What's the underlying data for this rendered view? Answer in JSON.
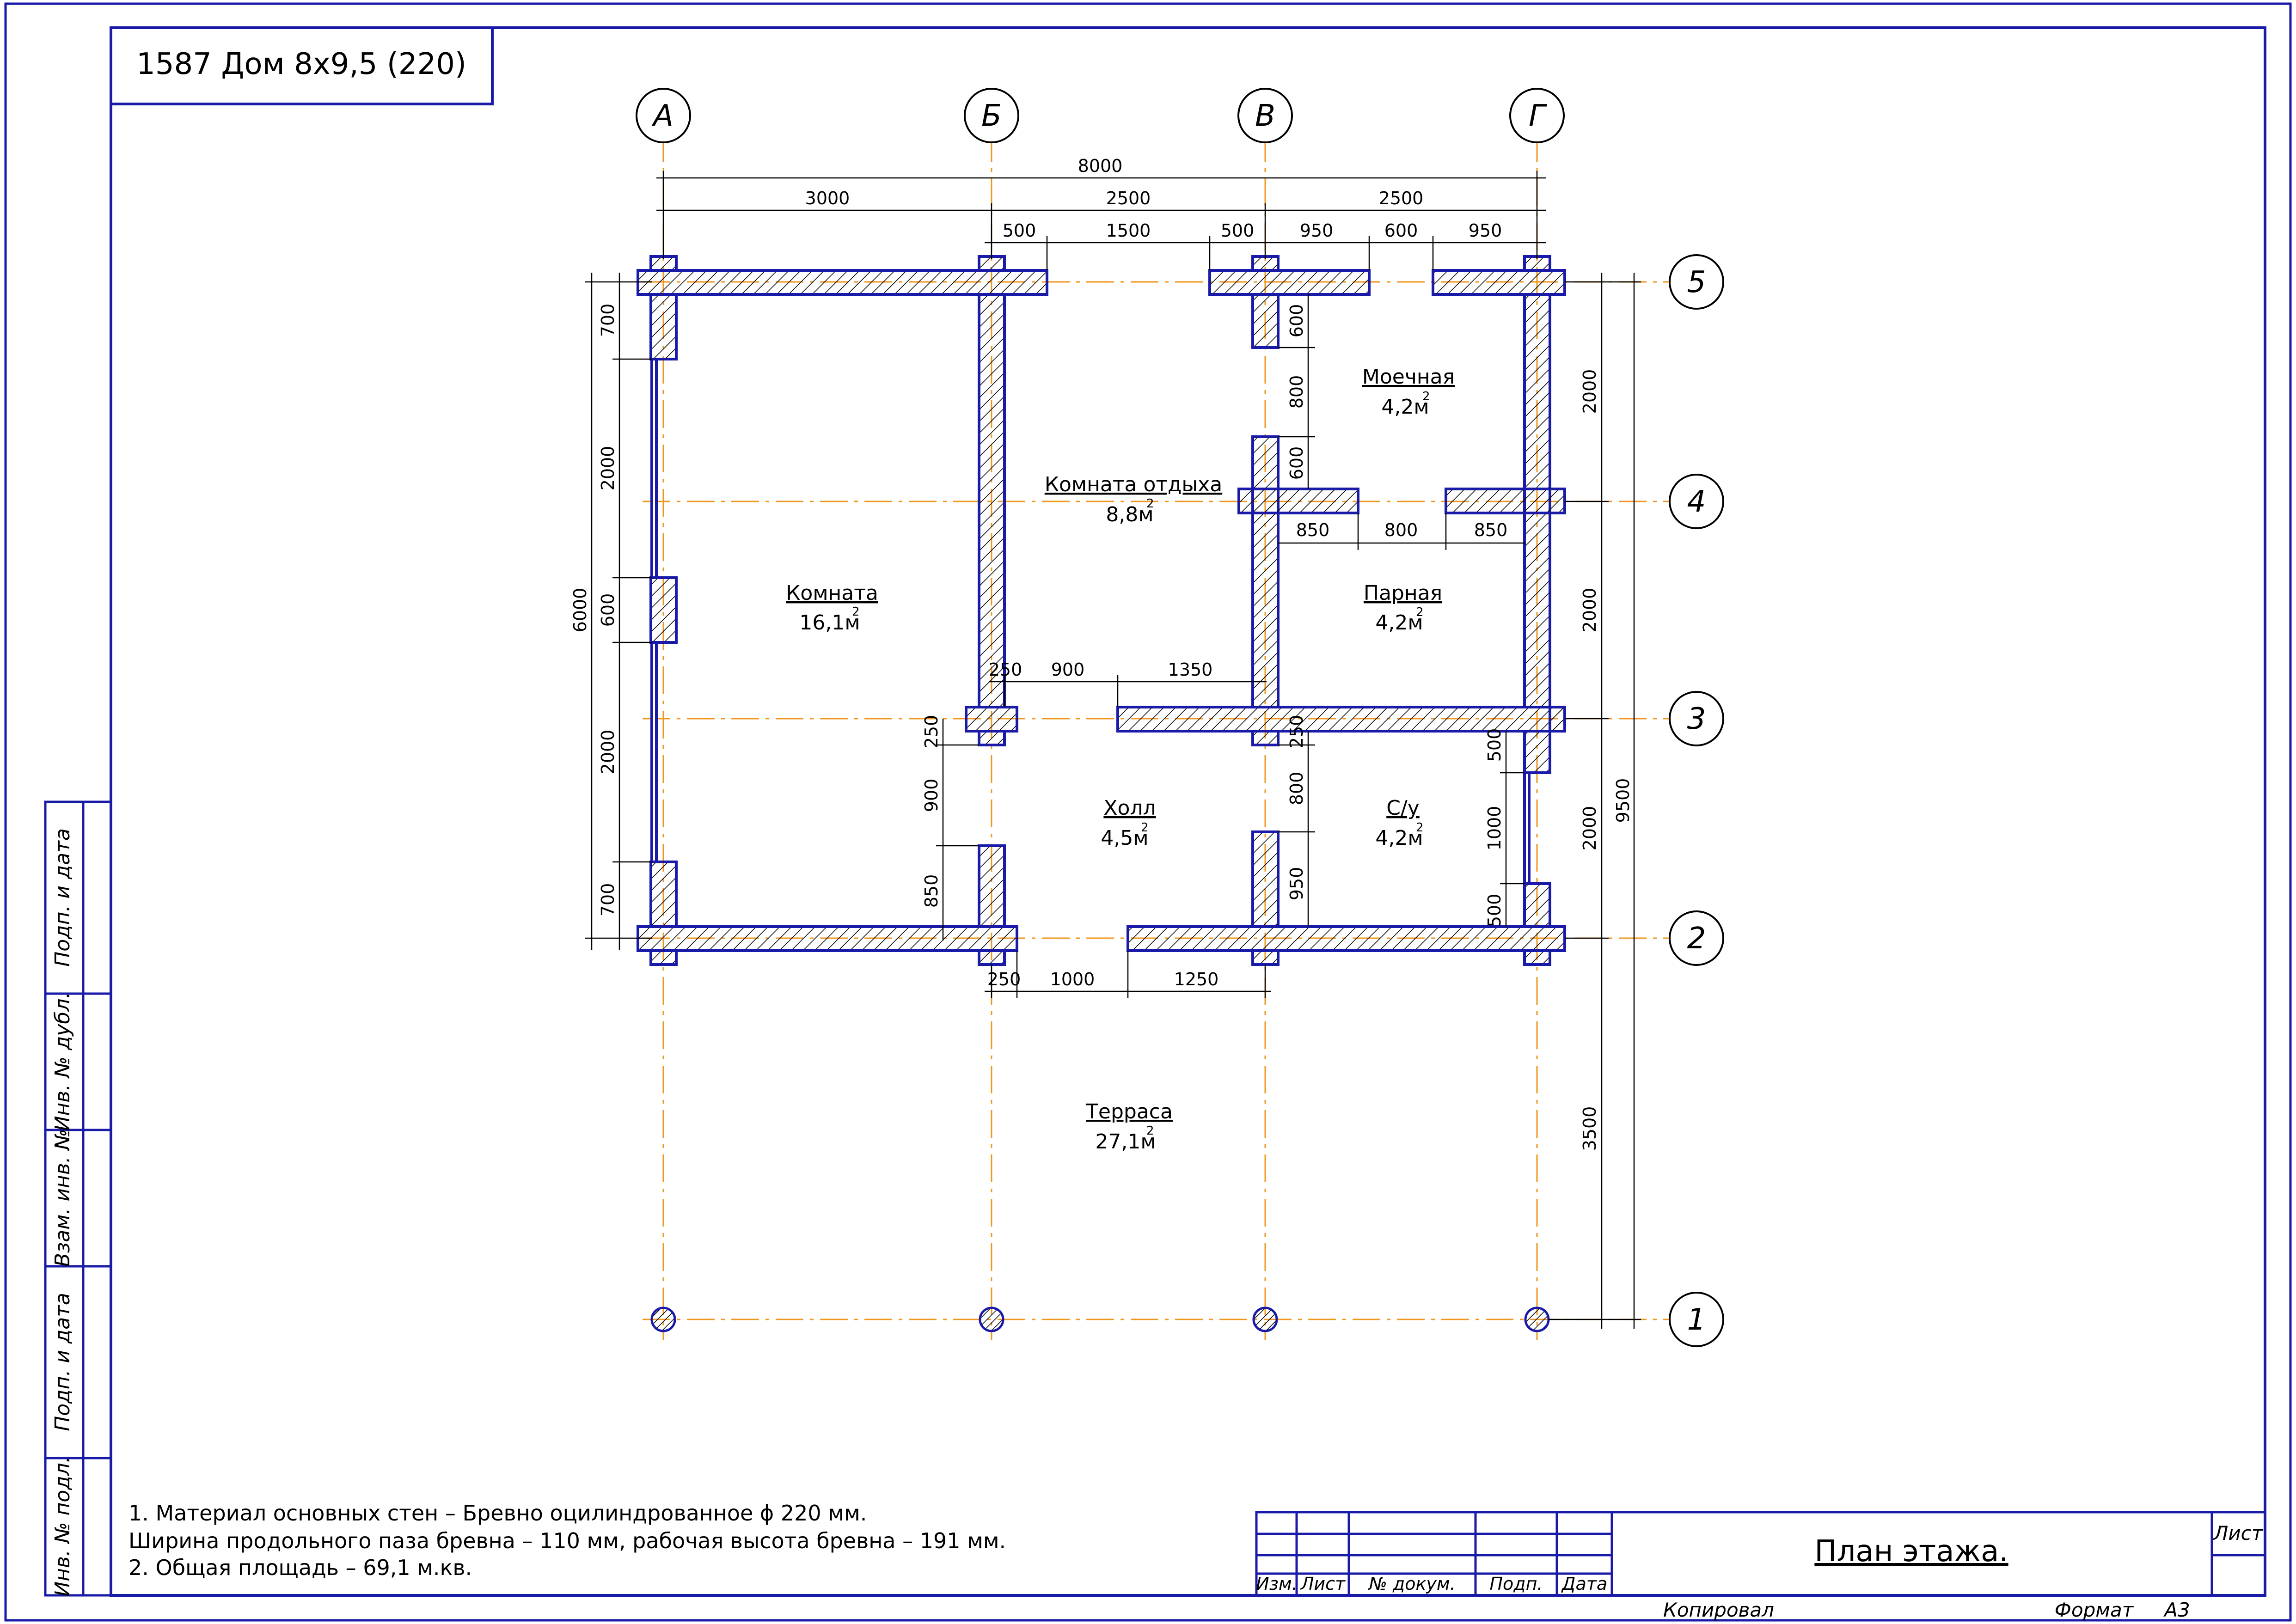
{
  "title_box": "1587 Дом 8х9,5 (220)",
  "axes_letters": [
    "А",
    "Б",
    "В",
    "Г"
  ],
  "axes_numbers": [
    "5",
    "4",
    "3",
    "2",
    "1"
  ],
  "rooms": [
    {
      "name": "Комната",
      "area": "16,1м",
      "sup": "2"
    },
    {
      "name": "Комната отдыха",
      "area": "8,8м",
      "sup": "2"
    },
    {
      "name": "Моечная",
      "area": "4,2м",
      "sup": "2"
    },
    {
      "name": "Парная",
      "area": "4,2м",
      "sup": "2"
    },
    {
      "name": "Холл",
      "area": "4,5м",
      "sup": "2"
    },
    {
      "name": "С/у",
      "area": "4,2м",
      "sup": "2"
    },
    {
      "name": "Терраса",
      "area": "27,1м",
      "sup": "2"
    }
  ],
  "dims_top": {
    "overall": "8000",
    "axes": [
      "3000",
      "2500",
      "2500"
    ],
    "openings": [
      "500",
      "1500",
      "500",
      "950",
      "600",
      "950"
    ]
  },
  "dims_left": {
    "overall": "6000",
    "parts": [
      "700",
      "2000",
      "600",
      "2000",
      "700"
    ]
  },
  "dims_right": {
    "overall": "9500",
    "parts": [
      "2000",
      "2000",
      "2000",
      "3500"
    ]
  },
  "dims_inner": {
    "moechnaya": [
      "600",
      "800",
      "600"
    ],
    "wall4": [
      "850",
      "800",
      "850"
    ],
    "wall3": [
      "250",
      "900",
      "1350"
    ],
    "hall_left": [
      "250",
      "900",
      "850"
    ],
    "cu_left": [
      "250",
      "800",
      "950"
    ],
    "cu_right": [
      "500",
      "1000",
      "500"
    ],
    "bottom": [
      "250",
      "1000",
      "1250"
    ]
  },
  "notes": [
    "1. Материал основных стен – Бревно оцилиндрованное ϕ 220 мм.",
    "Ширина продольного паза бревна – 110 мм, рабочая высота бревна – 191 мм.",
    "2. Общая площадь – 69,1 м.кв."
  ],
  "stamp": {
    "cols": [
      "Изм.",
      "Лист",
      "№ докум.",
      "Подп.",
      "Дата"
    ],
    "title": "План этажа.",
    "sheet_label": "Лист",
    "copied": "Копировал",
    "format_label": "Формат",
    "format_value": "А3"
  },
  "side_stamp": [
    "Подп. и дата",
    "Инв. № дубл.",
    "Взам. инв. №",
    "Подп. и дата",
    "Инв. № подл."
  ],
  "colors": {
    "wall_outline": "#1a1aa8",
    "axis_line": "#f0961e",
    "frame": "#1a1aa8",
    "hatch": "#000000"
  }
}
